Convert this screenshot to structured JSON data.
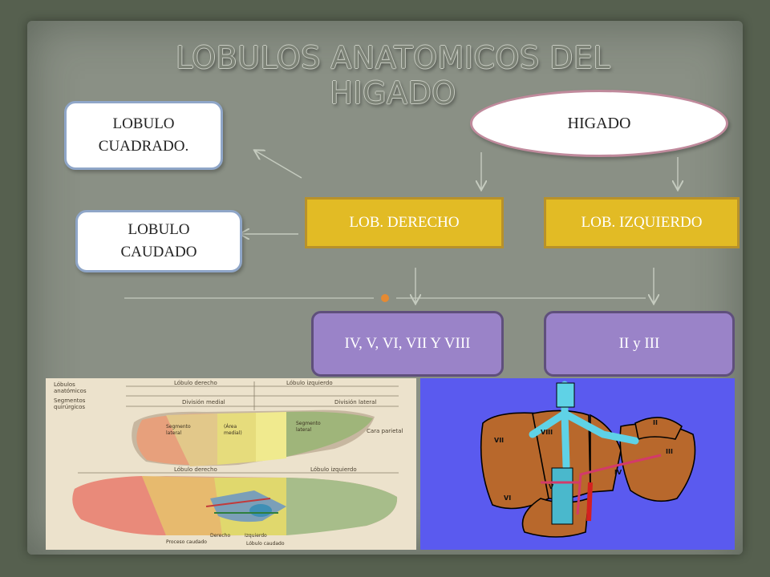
{
  "slide": {
    "title": "LOBULOS ANATOMICOS DEL HIGADO"
  },
  "nodes": {
    "higado": "HIGADO",
    "lob_derecho": "LOB. DERECHO",
    "lob_izquierdo": "LOB. IZQUIERDO",
    "lobulo_cuadrado": "LOBULO CUADRADO.",
    "lobulo_caudado": "LOBULO CAUDADO",
    "segmentos_derecho": "IV, V, VI, VII Y VIII",
    "segmentos_izquierdo": "II y III"
  },
  "images": {
    "segment_chart_labels": [
      "Lóbulo derecho",
      "Lóbulo izquierdo",
      "División lateral",
      "División medial",
      "Cara parietal",
      "Derecho",
      "Izquierdo",
      "Proceso caudado",
      "Lóbulo caudado"
    ],
    "colored_liver_labels": [
      "VIII",
      "VII",
      "VI",
      "V",
      "IV",
      "III",
      "II"
    ]
  },
  "colors": {
    "board": "#8a9085",
    "gold": "#e2bb25",
    "purple": "#9a83c8",
    "blue_border": "#8fa6c8",
    "pink_border": "#c08a9c",
    "liver_brown": "#b8682c",
    "vessel_cyan": "#5fd2e6",
    "image_bg_blue": "#5a5aef"
  }
}
